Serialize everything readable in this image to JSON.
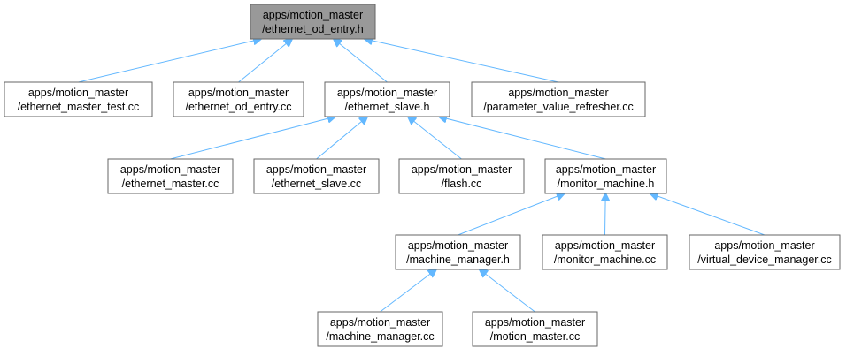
{
  "colors": {
    "edge": "#63b8ff",
    "node_border": "#666666",
    "node_fill": "#ffffff",
    "root_fill": "#999999",
    "text": "#000000"
  },
  "nodes": [
    {
      "id": "n0",
      "line1": "apps/motion_master",
      "line2": "/ethernet_od_entry.h",
      "root": true
    },
    {
      "id": "n1",
      "line1": "apps/motion_master",
      "line2": "/ethernet_master_test.cc"
    },
    {
      "id": "n2",
      "line1": "apps/motion_master",
      "line2": "/ethernet_od_entry.cc"
    },
    {
      "id": "n3",
      "line1": "apps/motion_master",
      "line2": "/ethernet_slave.h"
    },
    {
      "id": "n4",
      "line1": "apps/motion_master",
      "line2": "/parameter_value_refresher.cc"
    },
    {
      "id": "n5",
      "line1": "apps/motion_master",
      "line2": "/ethernet_master.cc"
    },
    {
      "id": "n6",
      "line1": "apps/motion_master",
      "line2": "/ethernet_slave.cc"
    },
    {
      "id": "n7",
      "line1": "apps/motion_master",
      "line2": "/flash.cc"
    },
    {
      "id": "n8",
      "line1": "apps/motion_master",
      "line2": "/monitor_machine.h"
    },
    {
      "id": "n9",
      "line1": "apps/motion_master",
      "line2": "/machine_manager.h"
    },
    {
      "id": "n10",
      "line1": "apps/motion_master",
      "line2": "/monitor_machine.cc"
    },
    {
      "id": "n11",
      "line1": "apps/motion_master",
      "line2": "/virtual_device_manager.cc"
    },
    {
      "id": "n12",
      "line1": "apps/motion_master",
      "line2": "/machine_manager.cc"
    },
    {
      "id": "n13",
      "line1": "apps/motion_master",
      "line2": "/motion_master.cc"
    }
  ],
  "edges": [
    {
      "from": "n1",
      "to": "n0"
    },
    {
      "from": "n2",
      "to": "n0"
    },
    {
      "from": "n3",
      "to": "n0"
    },
    {
      "from": "n4",
      "to": "n0"
    },
    {
      "from": "n5",
      "to": "n3"
    },
    {
      "from": "n6",
      "to": "n3"
    },
    {
      "from": "n7",
      "to": "n3"
    },
    {
      "from": "n8",
      "to": "n3"
    },
    {
      "from": "n9",
      "to": "n8"
    },
    {
      "from": "n10",
      "to": "n8"
    },
    {
      "from": "n11",
      "to": "n8"
    },
    {
      "from": "n12",
      "to": "n9"
    },
    {
      "from": "n13",
      "to": "n9"
    }
  ]
}
